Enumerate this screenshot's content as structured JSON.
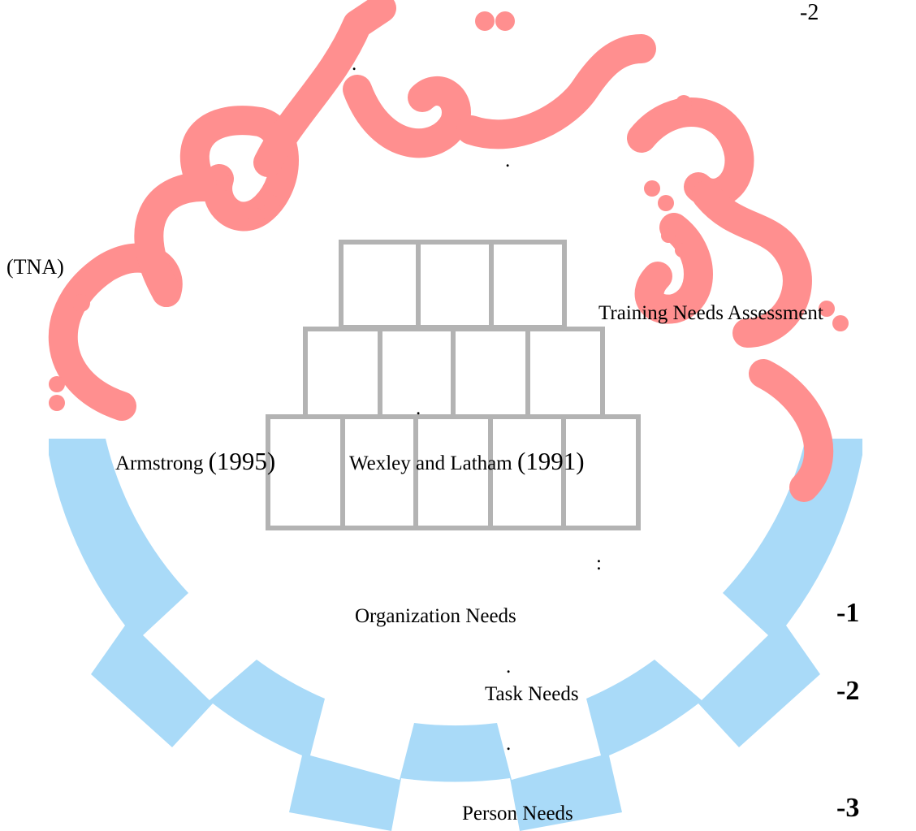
{
  "document": {
    "section_number": "-2",
    "tna": "(TNA)",
    "training_needs_assessment": "Training   Needs   Assessment",
    "armstrong": "Armstrong",
    "armstrong_year": "(1995)",
    "wexley_latham": "Wexley and Latham",
    "wexley_latham_year": "(1991)",
    "colon": ":",
    "period": ".",
    "needs_list": [
      {
        "number": "-1",
        "label": "Organization    Needs"
      },
      {
        "number": "-2",
        "label": "Task    Needs"
      },
      {
        "number": "-3",
        "label": "Person    Needs"
      }
    ]
  },
  "watermark": {
    "pink_color": "#ff8f8f",
    "blue_color": "#a9daf8",
    "grey_color": "#b3b3b3"
  }
}
